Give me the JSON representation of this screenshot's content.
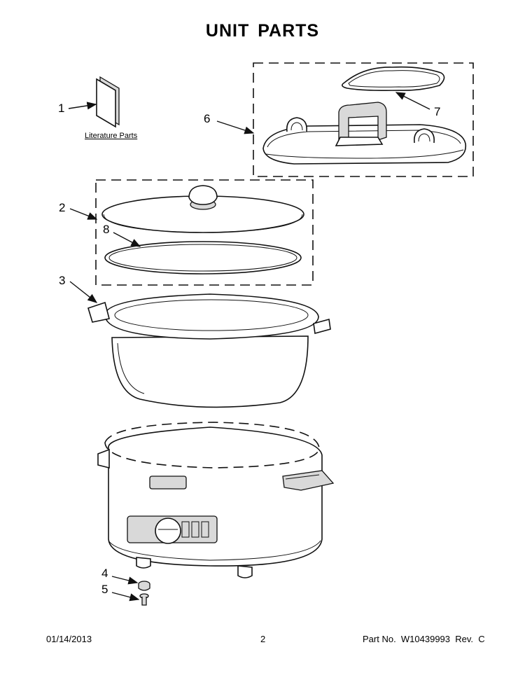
{
  "page": {
    "title": "UNIT PARTS",
    "literature_label": "Literature Parts"
  },
  "callouts": [
    {
      "id": "1",
      "label": "1"
    },
    {
      "id": "2",
      "label": "2"
    },
    {
      "id": "3",
      "label": "3"
    },
    {
      "id": "4",
      "label": "4"
    },
    {
      "id": "5",
      "label": "5"
    },
    {
      "id": "6",
      "label": "6"
    },
    {
      "id": "7",
      "label": "7"
    },
    {
      "id": "8",
      "label": "8"
    }
  ],
  "footer": {
    "date": "01/14/2013",
    "page_number": "2",
    "part_number": "Part No.  W10439993  Rev.  C"
  }
}
